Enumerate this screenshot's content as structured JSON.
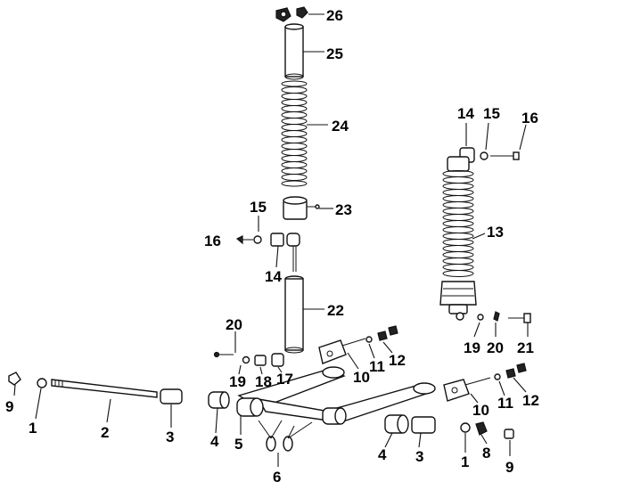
{
  "labels": {
    "l26": "26",
    "l25": "25",
    "l24": "24",
    "l23": "23",
    "l15a": "15",
    "l16a": "16",
    "l14a": "14",
    "l22": "22",
    "l14b": "14",
    "l15b": "15",
    "l16b": "16",
    "l13": "13",
    "l19b": "19",
    "l20b": "20",
    "l21": "21",
    "l20a": "20",
    "l19a": "19",
    "l18": "18",
    "l17": "17",
    "l10a": "10",
    "l11a": "11",
    "l12a": "12",
    "l10b": "10",
    "l11b": "11",
    "l12b": "12",
    "l9a": "9",
    "l1a": "1",
    "l2": "2",
    "l3a": "3",
    "l4a": "4",
    "l5": "5",
    "l6": "6",
    "l4b": "4",
    "l3b": "3",
    "l1b": "1",
    "l8": "8",
    "l9b": "9"
  }
}
